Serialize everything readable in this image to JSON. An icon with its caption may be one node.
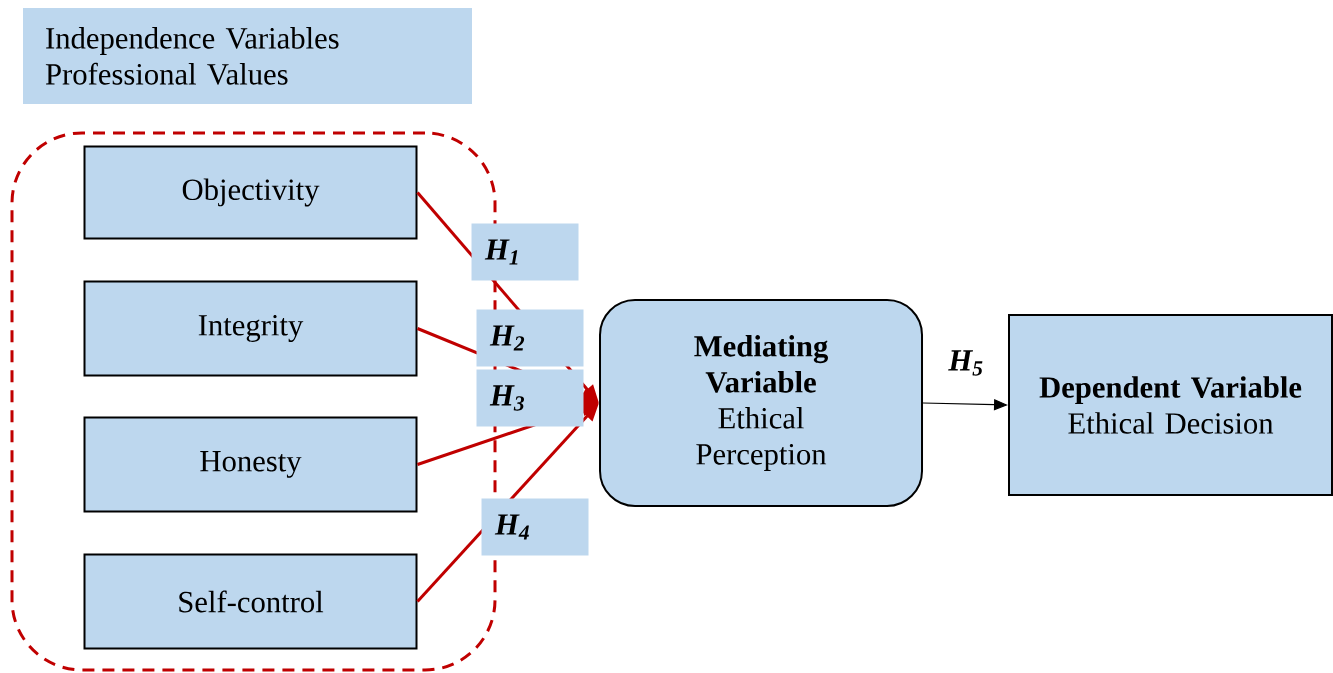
{
  "diagram": {
    "nodes": [
      {
        "text": [
          "Independence Variables",
          "Professional Values"
        ]
      },
      {
        "text": [],
        "shape": "box"
      },
      {
        "text": [
          "Objectivity"
        ],
        "in": 1
      },
      {
        "text": [
          "Integrity"
        ],
        "in": 1
      },
      {
        "text": [
          "Honesty"
        ],
        "in": 1
      },
      {
        "text": [
          "Self-control"
        ],
        "in": 1
      },
      {
        "text": [
          "Mediating Variable",
          "Ethical Perception"
        ]
      },
      {
        "text": [
          "Dependent Variable",
          "Ethical Decision"
        ]
      }
    ],
    "edges": [
      {
        "from": 2,
        "to": 6,
        "arrow": "to",
        "label": "H$_{1}$"
      },
      {
        "from": 3,
        "to": 6,
        "arrow": "to",
        "label": "H$_{2}$"
      },
      {
        "from": 4,
        "to": 6,
        "arrow": "to",
        "label": "H$_{3}$"
      },
      {
        "from": 5,
        "to": 6,
        "arrow": "to",
        "label": "H$_{4}$"
      },
      {
        "from": 6,
        "to": 7,
        "arrow": "to",
        "label": "H$_{5}$",
        "color": "#000000"
      }
    ]
  }
}
